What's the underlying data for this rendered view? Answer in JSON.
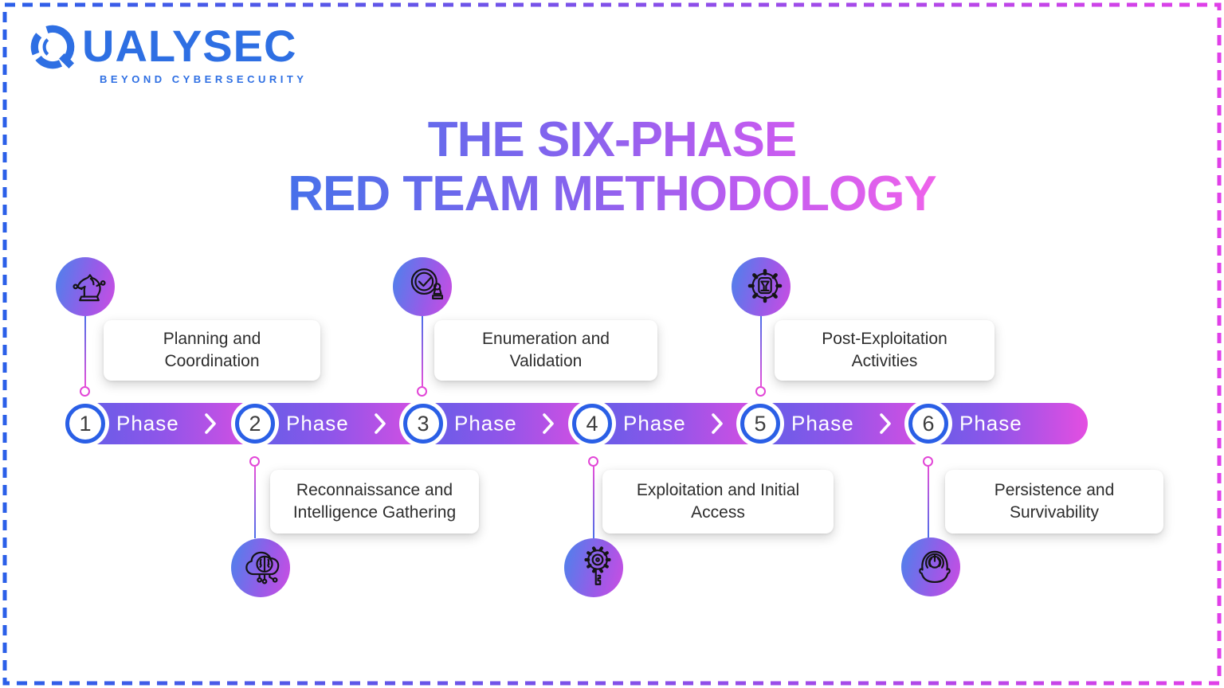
{
  "brand": {
    "name": "QUALYSEC",
    "wordmark_rest": "UALYSEC",
    "tagline": "BEYOND CYBERSECURITY"
  },
  "title": {
    "line1": "THE SIX-PHASE",
    "line2": "RED TEAM METHODOLOGY"
  },
  "phases": [
    {
      "number": "1",
      "label": "Phase",
      "title": "Planning and Coordination",
      "icon": "chess-knight-icon",
      "card_position": "top"
    },
    {
      "number": "2",
      "label": "Phase",
      "title": "Reconnaissance and Intelligence Gathering",
      "icon": "brain-cloud-icon",
      "card_position": "bottom"
    },
    {
      "number": "3",
      "label": "Phase",
      "title": "Enumeration and Validation",
      "icon": "check-stamp-icon",
      "card_position": "top"
    },
    {
      "number": "4",
      "label": "Phase",
      "title": "Exploitation and Initial Access",
      "icon": "gear-key-icon",
      "card_position": "bottom"
    },
    {
      "number": "5",
      "label": "Phase",
      "title": "Post-Exploitation Activities",
      "icon": "gear-funnel-icon",
      "card_position": "top"
    },
    {
      "number": "6",
      "label": "Phase",
      "title": "Persistence and Survivability",
      "icon": "head-power-icon",
      "card_position": "bottom"
    }
  ],
  "colors": {
    "logo_blue": "#2e6fe3",
    "title_gradient_start": "#4272e9",
    "title_gradient_end": "#f464ea",
    "ribbon_gradient_start": "#5a60e8",
    "ribbon_gradient_end": "#e44ee1",
    "circle_ring_blue": "#2a5fe6",
    "number_text": "#3d3d3d",
    "connector_blue": "#4b6de9",
    "connector_pink": "#e44fd9",
    "border_gradient_start": "#2b5fe8",
    "border_gradient_end": "#e040e8",
    "card_text": "#2d2d2d"
  }
}
